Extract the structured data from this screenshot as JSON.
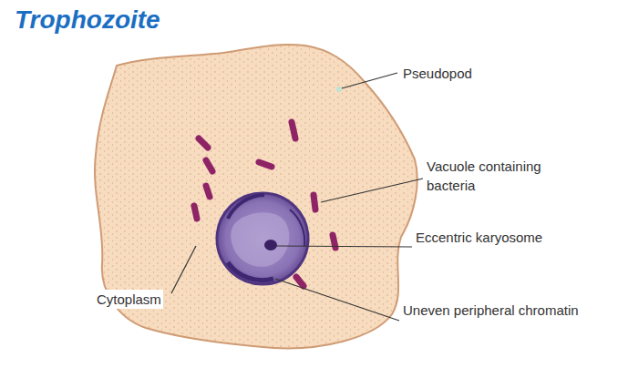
{
  "diagram": {
    "title": "Trophozoite",
    "labels": [
      "Pseudopod",
      "Vacuole containing bacteria",
      "Eccentric karyosome",
      "Cytoplasm",
      "Uneven peripheral chromatin"
    ]
  }
}
